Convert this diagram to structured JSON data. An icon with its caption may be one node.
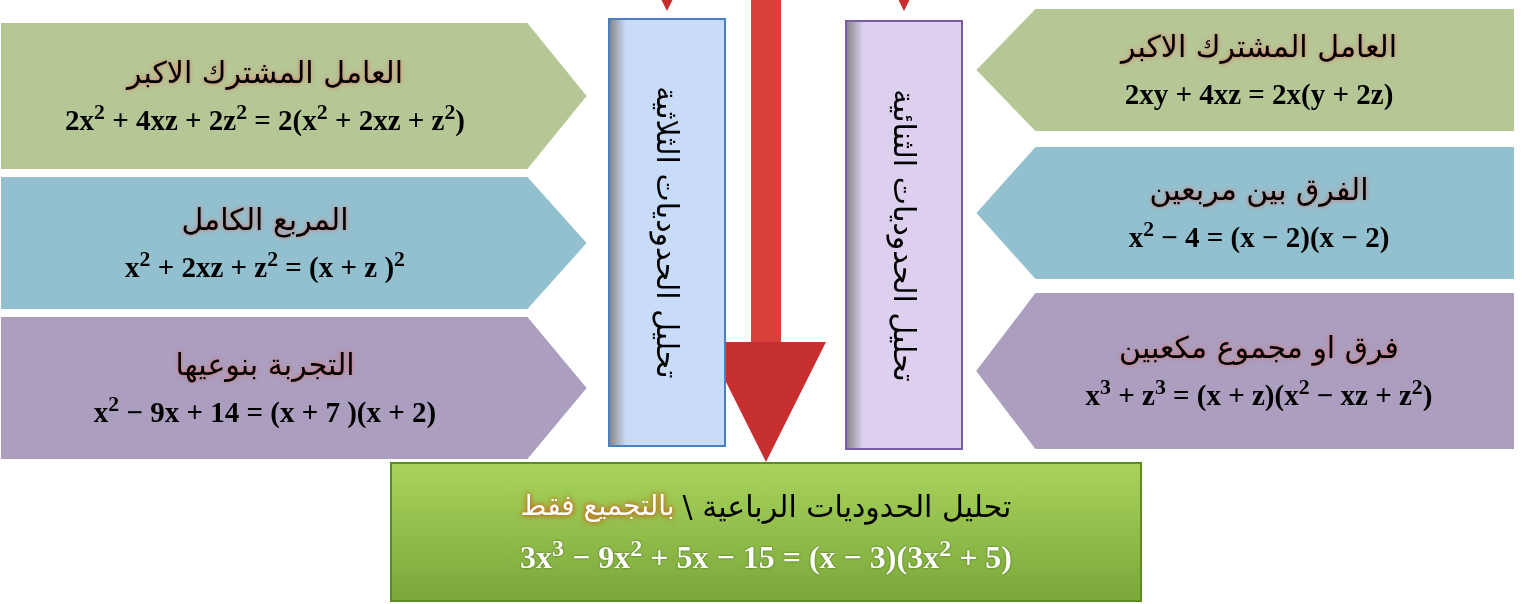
{
  "diagram": {
    "nodes": [
      {
        "text": [
          "العامل المشترك الاكبر",
          "2x$^{2}$ + 4xz + 2z$^{2}$ = 2(x$^{2}$ + 2xz + z$^{2}$)"
        ]
      },
      {
        "text": [
          "المربع الكامل",
          "x$^{2}$ + 2xz + z$^{2}$ = (x + z )$^{2}$"
        ]
      },
      {
        "text": [
          "التجربة بنوعيها",
          "x$^{2}$ − 9x + 14 = (x + 7 )(x + 2)"
        ]
      },
      {
        "text": [
          "تحليل الحدوديات الثلاثية"
        ]
      },
      {
        "text": [
          "تحليل الحدوديات الثنائية"
        ]
      },
      {
        "text": [
          "العامل المشترك الاكبر",
          "2xy + 4xz = 2x(y + 2z)"
        ]
      },
      {
        "text": [
          "الفرق بين مربعين",
          "x$^{2}$ − 4 = (x − 2)(x  − 2)"
        ]
      },
      {
        "text": [
          "فرق او مجموع مكعبين",
          "x$^{3}$ + z$^{3}$ = (x + z)(x$^{2}$ − xz + z$^{2}$)"
        ]
      },
      {
        "text": [
          "تحليل الحدوديات الرباعية \\",
          "بالتجميع فقط",
          "3x$^{3}$ − 9x$^{2}$ + 5x − 15 = (x − 3)(3x$^{2}$  + 5)"
        ]
      }
    ],
    "edges": [
      {
        "from": null,
        "to": 3,
        "arrow": "to"
      },
      {
        "from": null,
        "to": 8,
        "arrow": "to",
        "style": "thick"
      },
      {
        "from": null,
        "to": 4,
        "arrow": "to"
      }
    ]
  }
}
